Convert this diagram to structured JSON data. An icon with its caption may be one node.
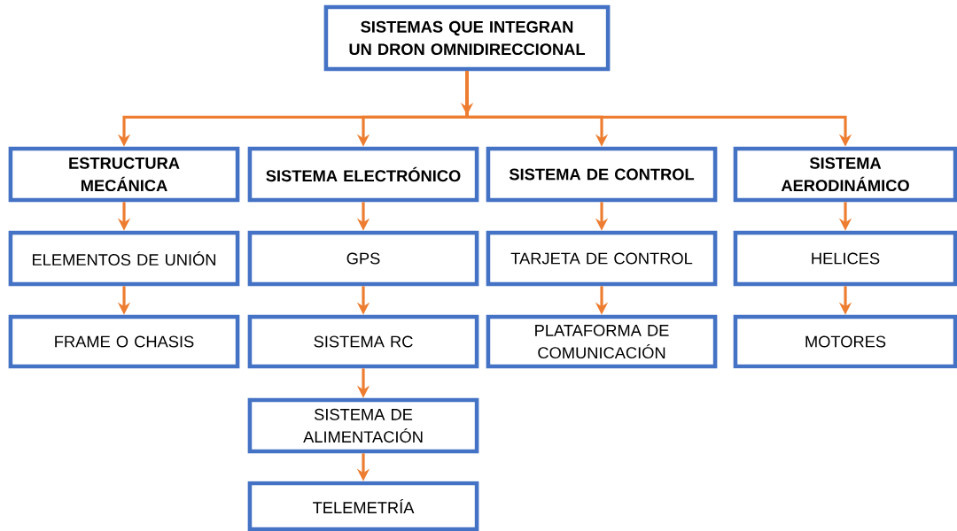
{
  "diagram": {
    "nodes": [
      {
        "text": [
          "SISTEMAS QUE INTEGRAN UN DRON OMNIDIRECCIONAL"
        ]
      },
      {
        "text": [
          "ESTRUCTURA MECÁNICA"
        ]
      },
      {
        "text": [
          "SISTEMA ELECTRÓNICO"
        ]
      },
      {
        "text": [
          "SISTEMA DE CONTROL"
        ]
      },
      {
        "text": [
          "SISTEMA AERODINÁMICO"
        ]
      },
      {
        "text": [
          "ELEMENTOS DE UNIÓN"
        ]
      },
      {
        "text": [
          "GPS"
        ]
      },
      {
        "text": [
          "TARJETA DE CONTROL"
        ]
      },
      {
        "text": [
          "HELICES"
        ]
      },
      {
        "text": [
          "FRAME O CHASIS"
        ]
      },
      {
        "text": [
          "SISTEMA RC"
        ]
      },
      {
        "text": [
          "PLATAFORMA DE COMUNICACIÓN"
        ]
      },
      {
        "text": [
          "MOTORES"
        ]
      },
      {
        "text": [
          "SISTEMA DE ALIMENTACIÓN"
        ]
      },
      {
        "text": [
          "TELEMETRÍA"
        ]
      }
    ],
    "edges": [
      {
        "from": 0,
        "to": 1,
        "arrow": "to"
      },
      {
        "from": 0,
        "to": 2,
        "arrow": "to"
      },
      {
        "from": 0,
        "to": 3,
        "arrow": "to"
      },
      {
        "from": 0,
        "to": 4,
        "arrow": "to"
      },
      {
        "from": 1,
        "to": 5,
        "arrow": "to"
      },
      {
        "from": 2,
        "to": 6,
        "arrow": "to"
      },
      {
        "from": 3,
        "to": 7,
        "arrow": "to"
      },
      {
        "from": 4,
        "to": 8,
        "arrow": "to"
      },
      {
        "from": 5,
        "to": 9,
        "arrow": "to"
      },
      {
        "from": 6,
        "to": 10,
        "arrow": "to"
      },
      {
        "from": 7,
        "to": 11,
        "arrow": "to"
      },
      {
        "from": 8,
        "to": 12,
        "arrow": "to"
      },
      {
        "from": 10,
        "to": 13,
        "arrow": "to"
      },
      {
        "from": 13,
        "to": 14,
        "arrow": "to"
      }
    ]
  }
}
